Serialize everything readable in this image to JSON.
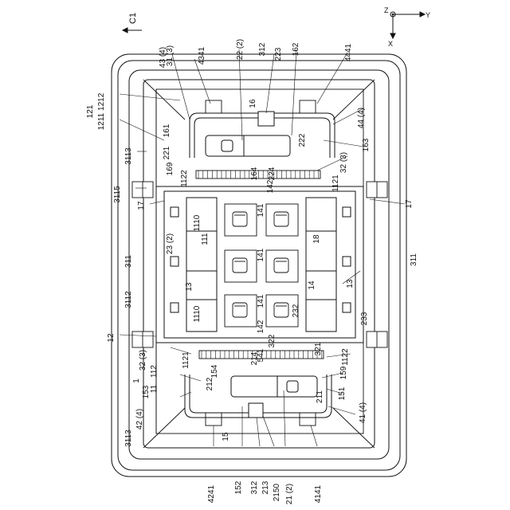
{
  "axes": {
    "z": "Z",
    "y": "Y",
    "x": "X"
  },
  "section_label": "C1",
  "labels": {
    "top": [
      "43 (4)",
      "31 (3)",
      "4341",
      "22 (2)",
      "312",
      "223",
      "162",
      "4441"
    ],
    "bottom": [
      "4241",
      "152",
      "312",
      "213",
      "2150",
      "21 (2)",
      "4141"
    ],
    "left": [
      "121",
      "1211 1212",
      "161",
      "221",
      "3113",
      "169",
      "1122",
      "3115",
      "17",
      "23 (2)",
      "311",
      "1110",
      "111",
      "13",
      "3112",
      "1110",
      "12",
      "32 (3)",
      "1121",
      "112",
      "11",
      "1",
      "153",
      "42 (4)",
      "3113"
    ],
    "right": [
      "44 (4)",
      "163",
      "222",
      "32 (3)",
      "1121",
      "17",
      "311",
      "18",
      "13",
      "233",
      "1122",
      "151",
      "41 (4)",
      "159"
    ],
    "center": [
      "16",
      "164",
      "224",
      "142",
      "141",
      "141",
      "141",
      "14",
      "142",
      "322",
      "541",
      "214",
      "321",
      "232",
      "154",
      "212",
      "211",
      "15"
    ]
  }
}
